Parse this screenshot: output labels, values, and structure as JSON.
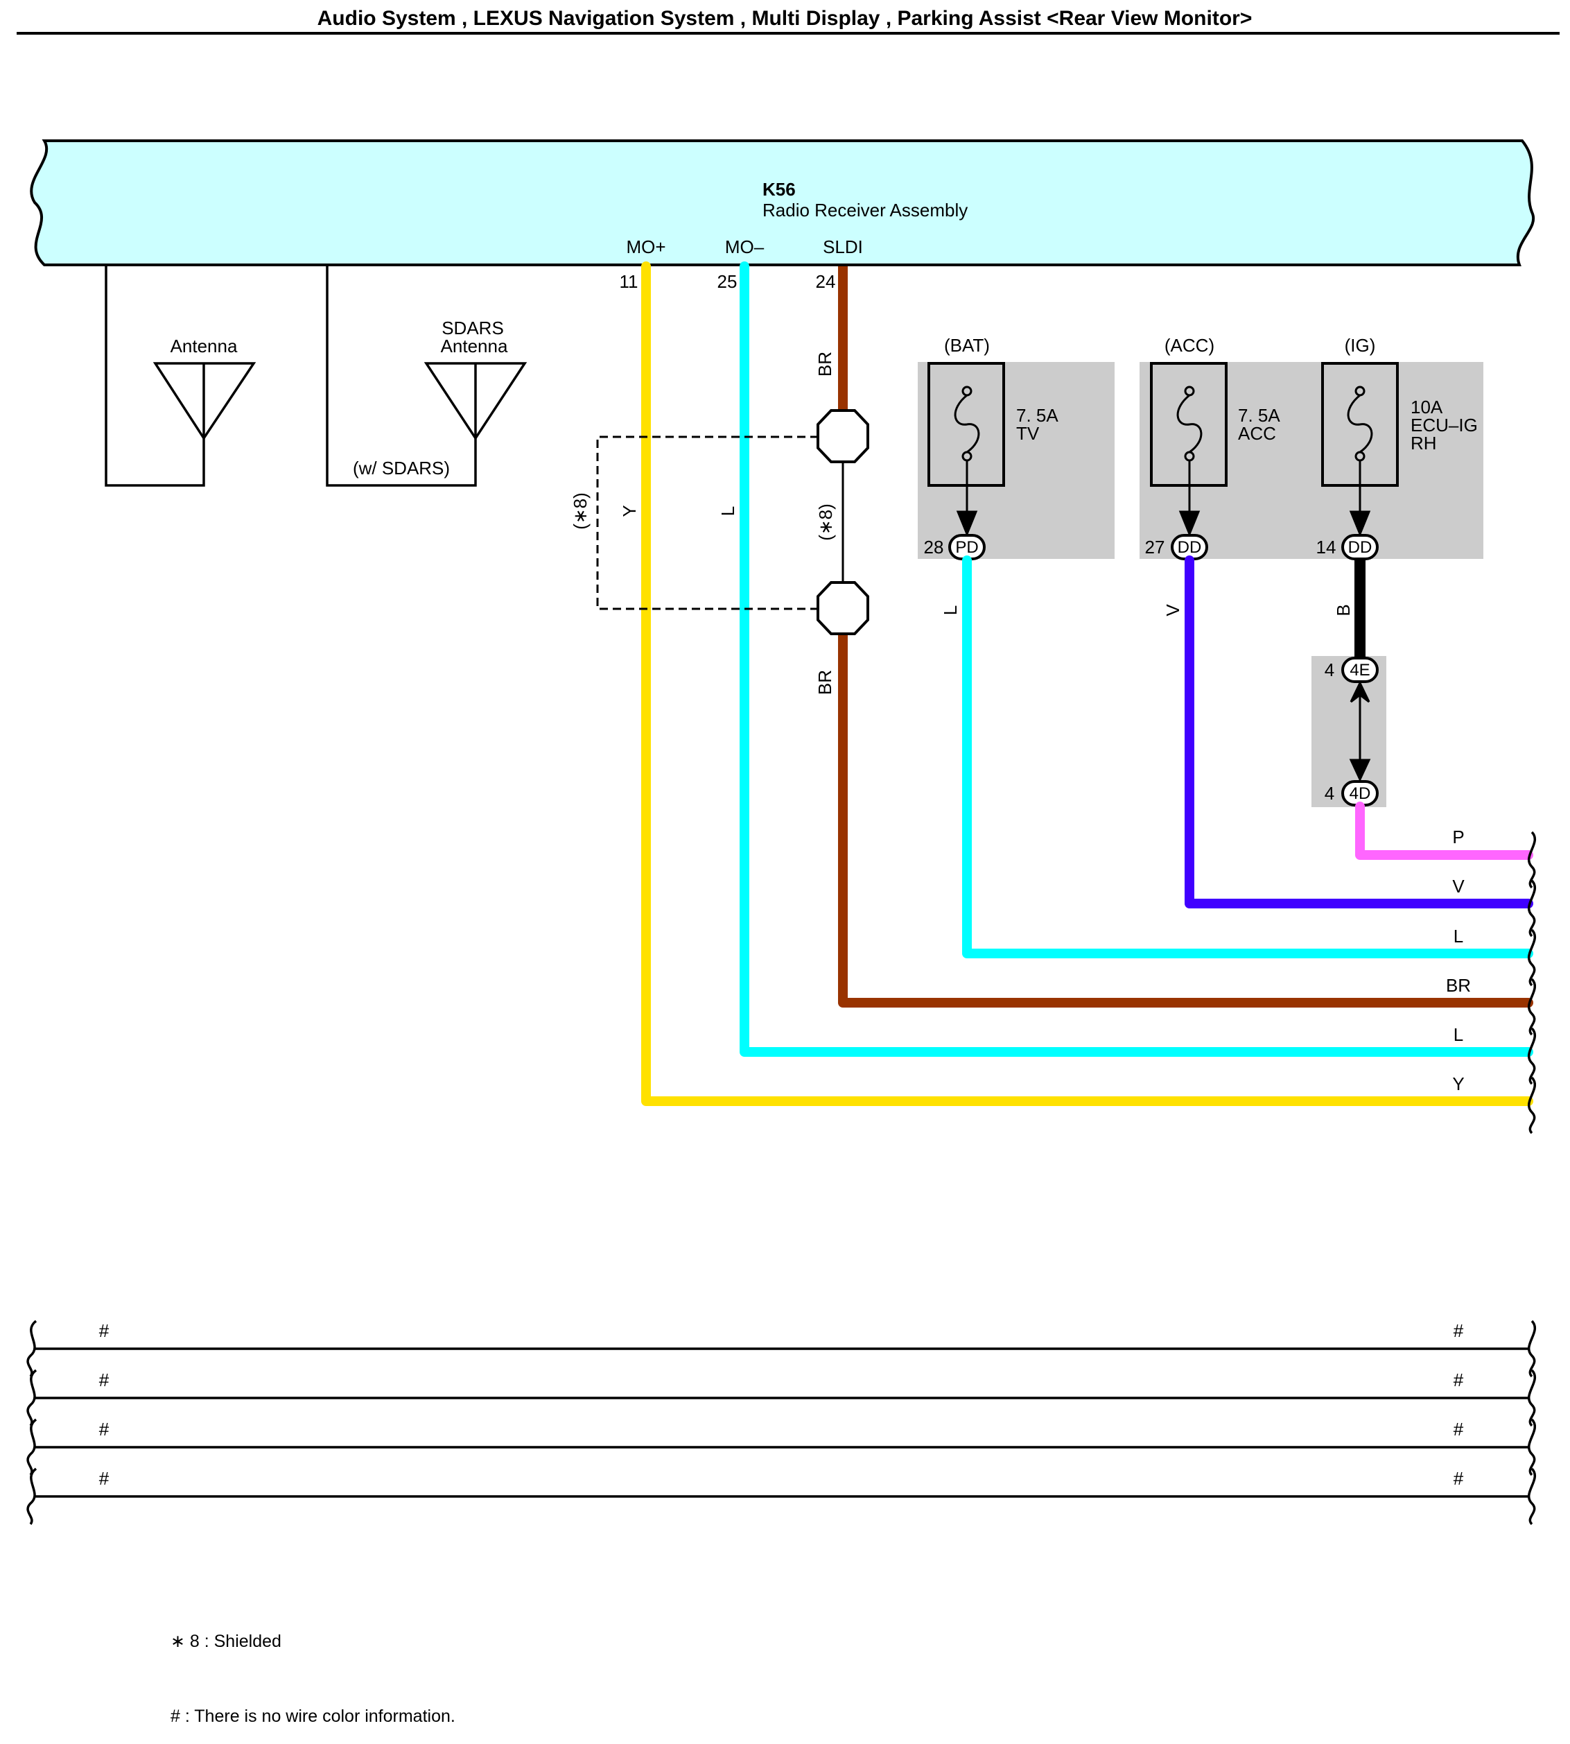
{
  "title": "Audio System , LEXUS Navigation System , Multi Display , Parking Assist <Rear View Monitor>",
  "component": {
    "code": "K56",
    "name": "Radio Receiver Assembly"
  },
  "terminals": [
    {
      "name": "MO+",
      "pin": "11"
    },
    {
      "name": "MO–",
      "pin": "25"
    },
    {
      "name": "SLDI",
      "pin": "24"
    }
  ],
  "antennas": [
    {
      "label": "Antenna"
    },
    {
      "label_line1": "SDARS",
      "label_line2": "Antenna",
      "note": "(w/ SDARS)"
    }
  ],
  "shield": {
    "mark": "(∗8)"
  },
  "fuses": [
    {
      "source": "(BAT)",
      "rating": "7. 5A",
      "name": "TV",
      "pin": "28",
      "connector": "PD",
      "wire": "L"
    },
    {
      "source": "(ACC)",
      "rating": "7. 5A",
      "name": "ACC",
      "pin": "27",
      "connector": "DD",
      "wire": "V"
    },
    {
      "source": "(IG)",
      "rating": "10A",
      "name_line1": "ECU–IG",
      "name_line2": "RH",
      "pin": "14",
      "connector": "DD",
      "wire": "B"
    }
  ],
  "junction": [
    {
      "pin": "4",
      "connector": "4E"
    },
    {
      "pin": "4",
      "connector": "4D"
    }
  ],
  "wire_labels": {
    "mo_plus": "Y",
    "mo_minus": "L",
    "sldi_top": "BR",
    "sldi_bottom": "BR"
  },
  "right_wires": [
    "P",
    "V",
    "L",
    "BR",
    "L",
    "Y"
  ],
  "bottom_marks": [
    "#",
    "#",
    "#",
    "#"
  ],
  "notes": {
    "shielded": "∗ 8 : Shielded",
    "no_color": "# : There is no wire color information."
  },
  "wire_colors": {
    "Y": "#ffe100",
    "L": "#00ffff",
    "BR": "#993300",
    "V": "#4000ff",
    "B": "#000000",
    "P": "#ff66ff",
    "component_fill": "#ccffff",
    "fuse_box_fill": "#cccccc"
  }
}
